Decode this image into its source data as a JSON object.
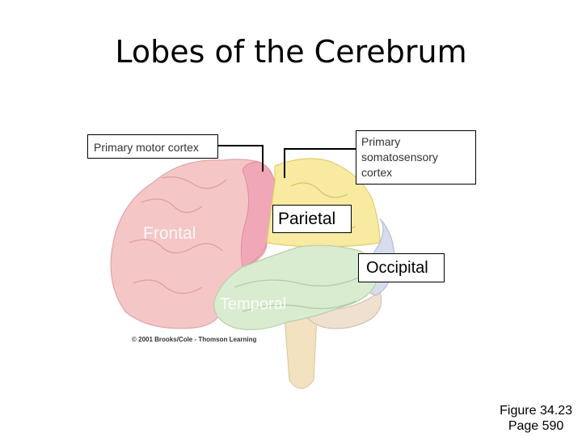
{
  "title": "Lobes of the Cerebrum",
  "labels": {
    "primary_motor_cortex": "Primary motor cortex",
    "primary_somatosensory_cortex": [
      "Primary",
      "somatosensory",
      "cortex"
    ],
    "parietal": "Parietal",
    "occipital": "Occipital",
    "frontal": "Frontal",
    "temporal": "Temporal"
  },
  "copyright": "© 2001 Brooks/Cole - Thomson Learning",
  "caption": {
    "figure": "Figure 34.23",
    "page": "Page 590"
  },
  "colors": {
    "frontal": "#f5c6c6",
    "motor_strip": "#f0a8b8",
    "parietal": "#f8eaa0",
    "occipital": "#d6dcec",
    "temporal": "#d9ecd0",
    "brainstem": "#f2e2c0"
  }
}
